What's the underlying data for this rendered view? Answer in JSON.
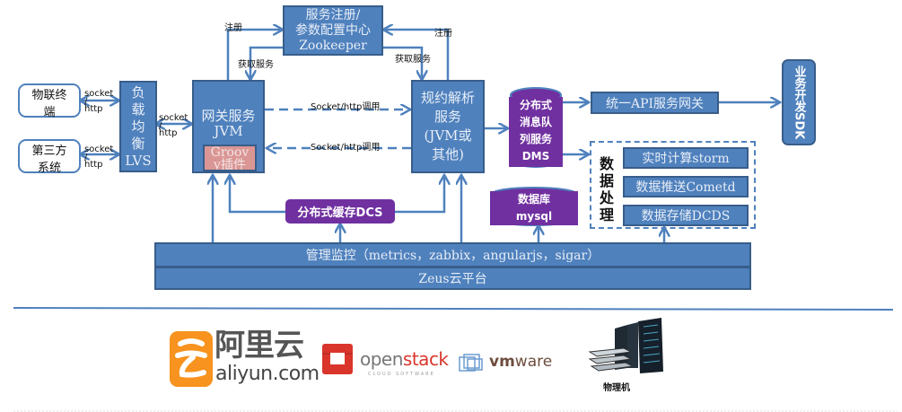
{
  "clients": {
    "iot_terminal": {
      "line1": "物联终",
      "line2": "端"
    },
    "third_party": {
      "line1": "第三方",
      "line2": "系统"
    }
  },
  "protocol_labels": {
    "socket": "socket",
    "slash": "/",
    "http": "http"
  },
  "load_balancer": {
    "lines": [
      "负",
      "载",
      "均",
      "衡",
      "LVS"
    ]
  },
  "gateway": {
    "line1": "网关服务",
    "line2": "JVM",
    "plugin_line1": "Groov",
    "plugin_line2": "y插件"
  },
  "zookeeper": {
    "line1": "服务注册/",
    "line2": "参数配置中心",
    "line3": "Zookeeper"
  },
  "registry_labels": {
    "register": "注册",
    "discover": "获取服务"
  },
  "call_labels": {
    "forward": "Socket/http调用",
    "backward": "Socket/http调用"
  },
  "protocol_parser": {
    "line1": "规约解析",
    "line2": "服务",
    "line3": "(JVM或",
    "line4": "其他)"
  },
  "message_queue": {
    "lines": [
      "分布式",
      "消息队",
      "列服务",
      "DMS"
    ]
  },
  "api_gateway": {
    "label": "统一API服务网关"
  },
  "sdk": {
    "label": "业务开发SDK"
  },
  "data_processing": {
    "title": [
      "数",
      "据",
      "处",
      "理"
    ],
    "items": [
      "实时计算storm",
      "数据推送Cometd",
      "数据存储DCDS"
    ]
  },
  "cache": {
    "label": "分布式缓存DCS"
  },
  "database": {
    "line1": "数据库",
    "line2": "mysql"
  },
  "monitoring": {
    "label": "管理监控（metrics，zabbix，angularjs，sigar）"
  },
  "cloud_platform": {
    "label": "Zeus云平台"
  },
  "infrastructure": {
    "aliyun": {
      "cn": "阿里云",
      "en": "aliyun.com"
    },
    "openstack": {
      "name_a": "open",
      "name_b": "stack",
      "sub": "CLOUD SOFTWARE"
    },
    "vmware": {
      "name_a": "vm",
      "name_b": "ware"
    },
    "physical": {
      "label": "物理机"
    }
  },
  "colors": {
    "box_blue": "#4f81bd",
    "box_border": "#385d8a",
    "purple": "#7030a0",
    "plugin_pink": "#d99694",
    "aliyun_orange": "#f7931e",
    "openstack_red": "#d9352b",
    "vmware_brown": "#6d4c3d"
  }
}
